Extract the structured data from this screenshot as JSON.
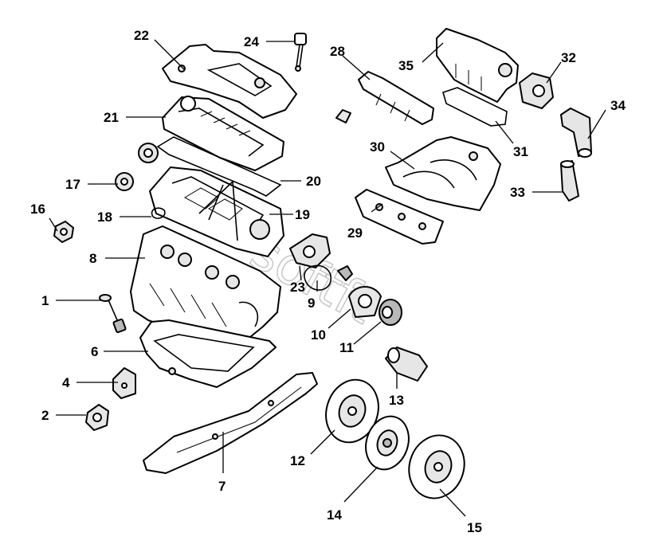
{
  "diagram": {
    "watermark": "softft",
    "callouts": [
      {
        "id": "1",
        "text": "1"
      },
      {
        "id": "2",
        "text": "2"
      },
      {
        "id": "4",
        "text": "4"
      },
      {
        "id": "6",
        "text": "6"
      },
      {
        "id": "7",
        "text": "7"
      },
      {
        "id": "8",
        "text": "8"
      },
      {
        "id": "9",
        "text": "9"
      },
      {
        "id": "10",
        "text": "10"
      },
      {
        "id": "11",
        "text": "11"
      },
      {
        "id": "12",
        "text": "12"
      },
      {
        "id": "13",
        "text": "13"
      },
      {
        "id": "14",
        "text": "14"
      },
      {
        "id": "15",
        "text": "15"
      },
      {
        "id": "16",
        "text": "16"
      },
      {
        "id": "17",
        "text": "17"
      },
      {
        "id": "18",
        "text": "18"
      },
      {
        "id": "19",
        "text": "19"
      },
      {
        "id": "20",
        "text": "20"
      },
      {
        "id": "21",
        "text": "21"
      },
      {
        "id": "22",
        "text": "22"
      },
      {
        "id": "23",
        "text": "23"
      },
      {
        "id": "24",
        "text": "24"
      },
      {
        "id": "28",
        "text": "28"
      },
      {
        "id": "29",
        "text": "29"
      },
      {
        "id": "30",
        "text": "30"
      },
      {
        "id": "31",
        "text": "31"
      },
      {
        "id": "32",
        "text": "32"
      },
      {
        "id": "33",
        "text": "33"
      },
      {
        "id": "34",
        "text": "34"
      },
      {
        "id": "35",
        "text": "35"
      }
    ]
  }
}
